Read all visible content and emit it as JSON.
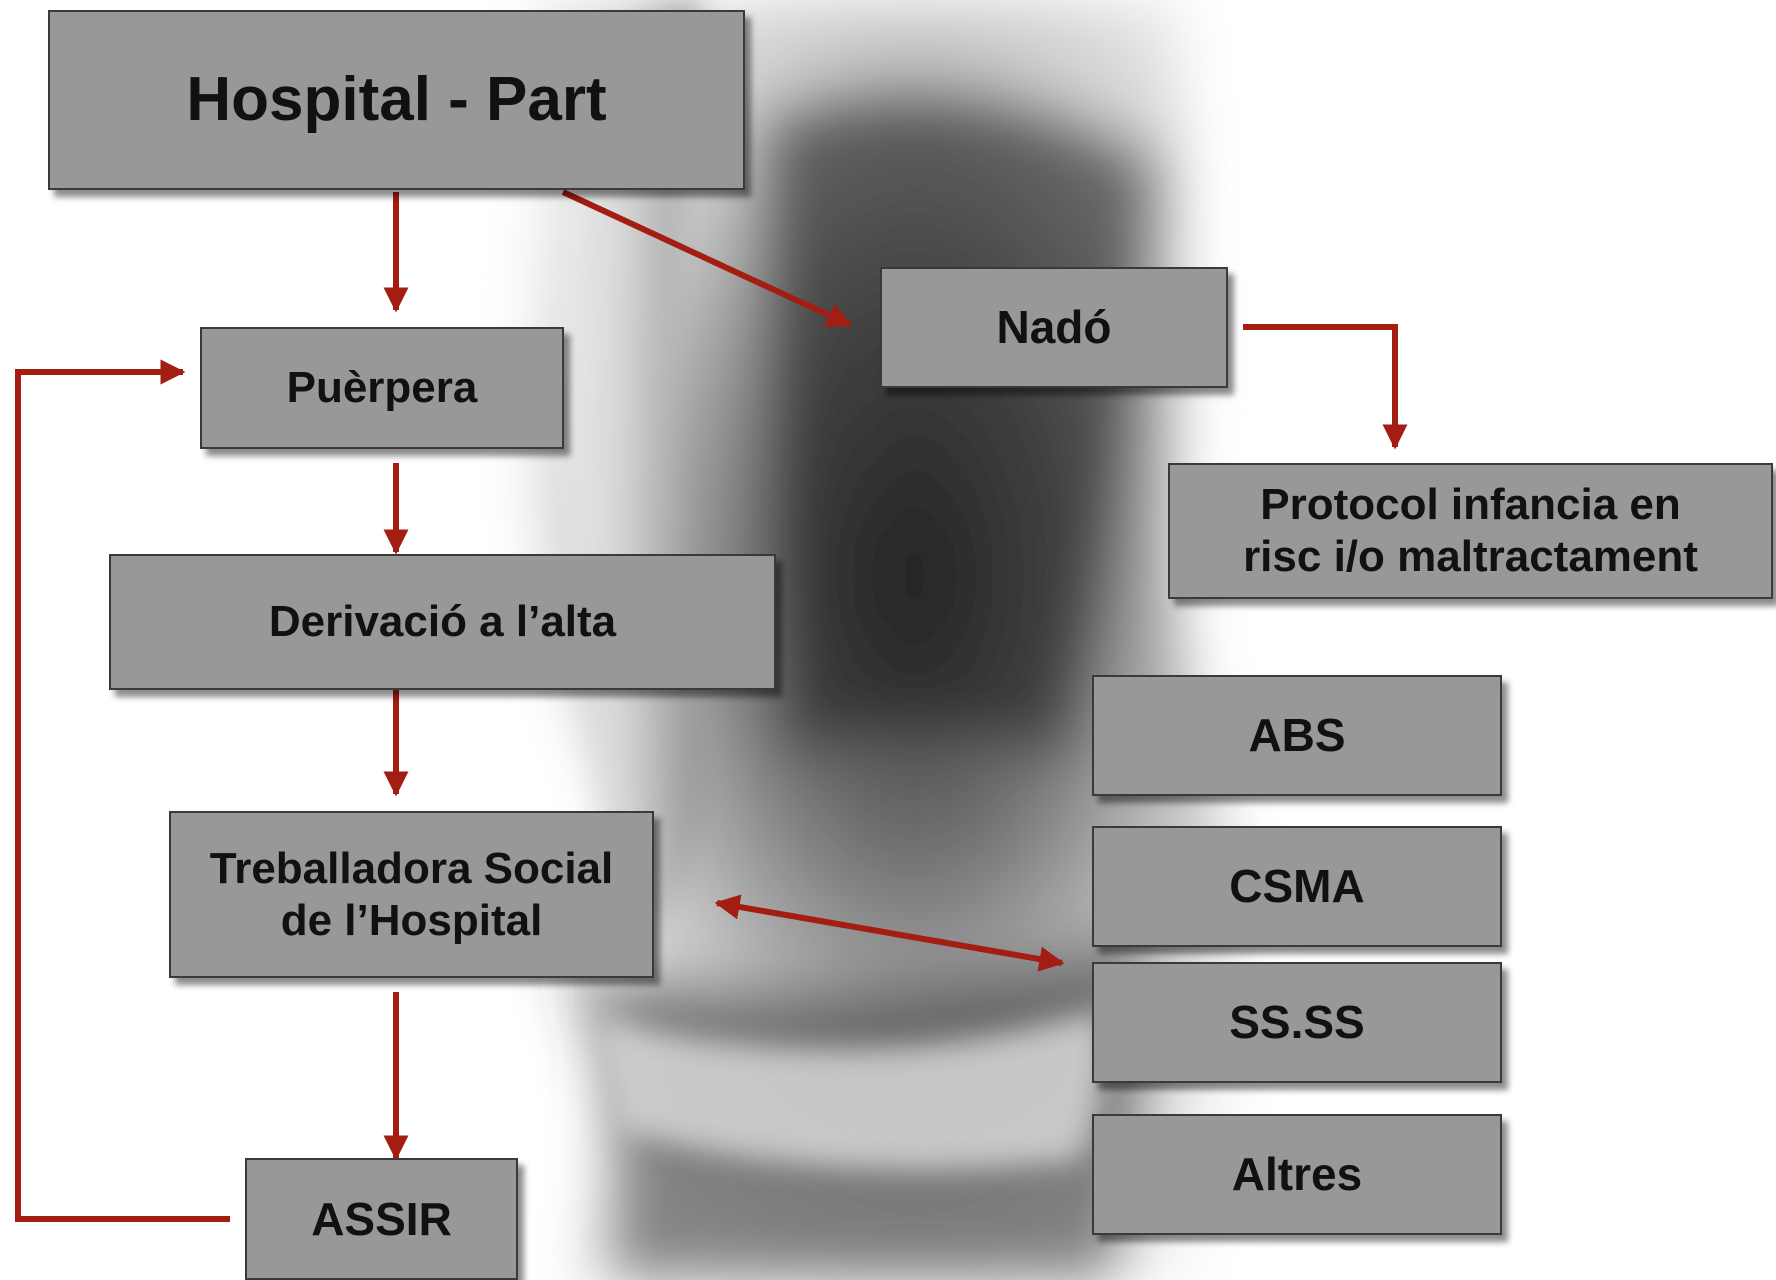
{
  "colors": {
    "box_fill": "#989898",
    "box_border": "#3a3a3a",
    "arrow": "#a31d12",
    "text": "#111111"
  },
  "nodes": {
    "hospital": "Hospital - Part",
    "puerpera": "Puèrpera",
    "nado": "Nadó",
    "protocol": "Protocol infancia en\nrisc i/o maltractament",
    "derivacio": "Derivació a l’alta",
    "abs": "ABS",
    "treballadora": "Treballadora Social\nde l’Hospital",
    "csma": "CSMA",
    "ssss": "SS.SS",
    "altres": "Altres",
    "assir": "ASSIR"
  },
  "edges": [
    {
      "from": "Hospital - Part",
      "to": "Puèrpera"
    },
    {
      "from": "Hospital - Part",
      "to": "Nadó"
    },
    {
      "from": "Nadó",
      "to": "Protocol infancia en risc i/o maltractament"
    },
    {
      "from": "Puèrpera",
      "to": "Derivació a l’alta"
    },
    {
      "from": "Derivació a l’alta",
      "to": "Treballadora Social de l’Hospital"
    },
    {
      "from": "Treballadora Social de l’Hospital",
      "to": "CSMA / SS.SS",
      "bidirectional": true
    },
    {
      "from": "Treballadora Social de l’Hospital",
      "to": "ASSIR"
    },
    {
      "from": "ASSIR",
      "to": "Puèrpera"
    }
  ]
}
